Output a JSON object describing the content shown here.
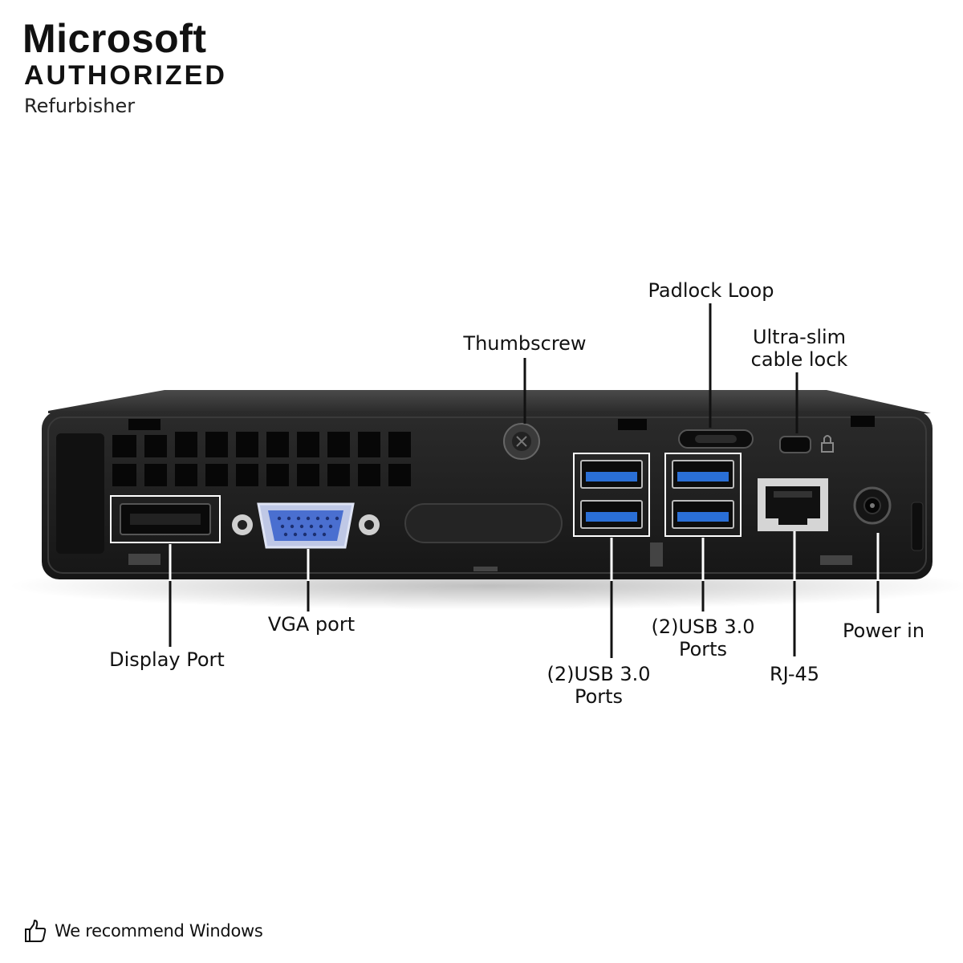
{
  "logo": {
    "line1": "Microsoft",
    "line2": "AUTHORIZED",
    "line3": "Refurbisher"
  },
  "labels": {
    "padlock_loop": "Padlock Loop",
    "thumbscrew": "Thumbscrew",
    "ultra_slim_line1": "Ultra-slim",
    "ultra_slim_line2": "cable lock",
    "vga_port": "VGA port",
    "display_port": "Display Port",
    "usb_left_line1": "(2)USB 3.0",
    "usb_left_line2": "Ports",
    "usb_right_line1": "(2)USB 3.0",
    "usb_right_line2": "Ports",
    "rj45": "RJ-45",
    "power_in": "Power in"
  },
  "footer": {
    "icon": "thumbs-up-icon",
    "text": "We recommend Windows"
  },
  "colors": {
    "chassis": "#1e1e1e",
    "usb_blue": "#2a6fd6",
    "vga_blue": "#4a6fd0",
    "callout_box": "#ffffff"
  }
}
